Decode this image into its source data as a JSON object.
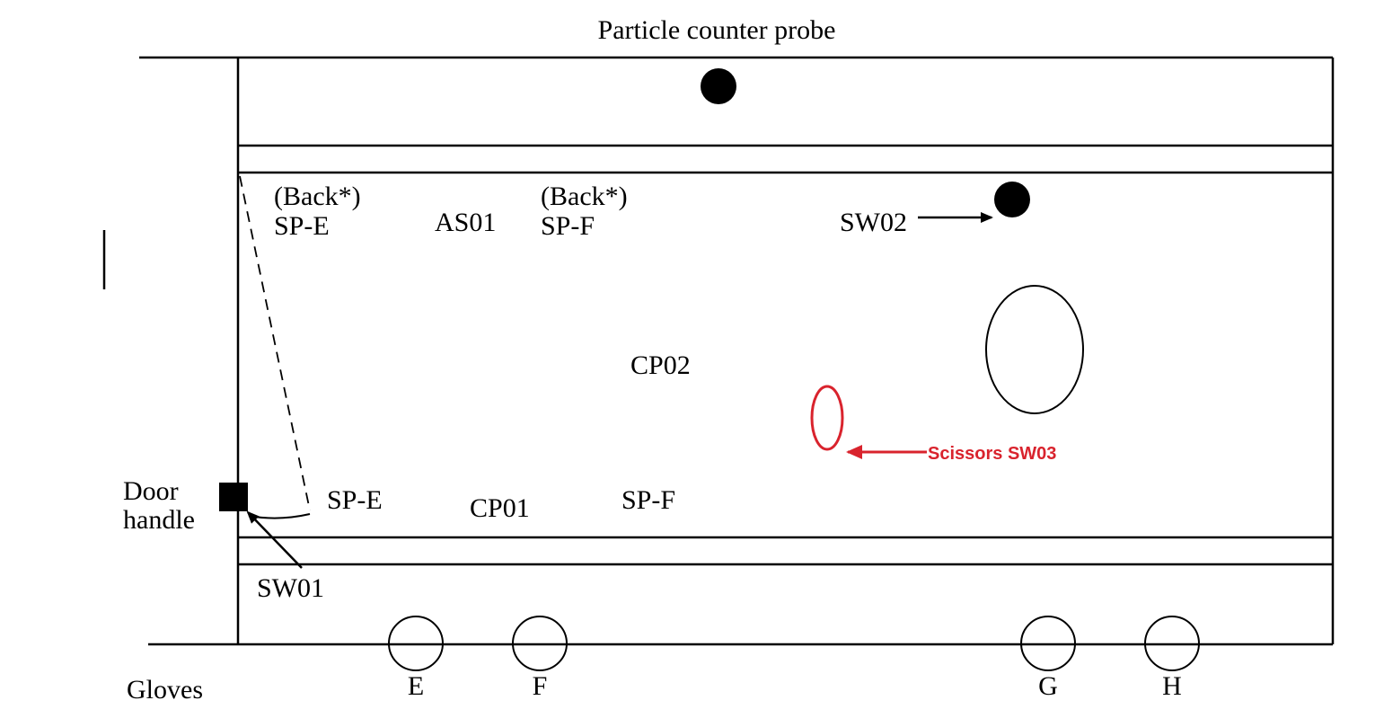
{
  "title": "Particle counter probe",
  "labels": {
    "back_e": "(Back*)",
    "sp_e_top": "SP-E",
    "as01": "AS01",
    "back_f": "(Back*)",
    "sp_f_top": "SP-F",
    "sw02": "SW02",
    "cp02": "CP02",
    "scissors": "Scissors SW03",
    "door_line1": "Door",
    "door_line2": "handle",
    "sp_e_bottom": "SP-E",
    "cp01": "CP01",
    "sp_f_bottom": "SP-F",
    "sw01": "SW01",
    "gloves": "Gloves"
  },
  "gloves": [
    "E",
    "F",
    "G",
    "H"
  ],
  "colors": {
    "line": "#000000",
    "accent": "#d9232d"
  }
}
